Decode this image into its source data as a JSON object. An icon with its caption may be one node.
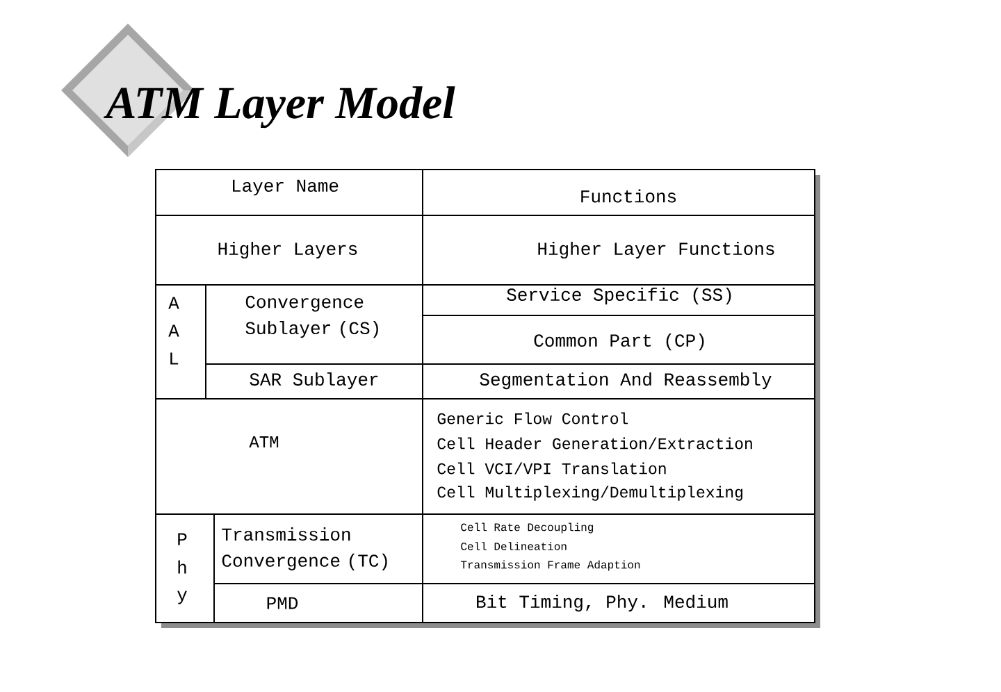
{
  "diagram": {
    "title": "ATM Layer Model",
    "labels": [
      "Layer Name",
      "Functions",
      "Higher Layers",
      "Higher Layer Functions",
      "A",
      "A",
      "L",
      "Convergence Sublayer (CS)",
      "Service Specific (SS)",
      "Common Part (CP)",
      "SAR Sublayer",
      "Segmentation And Reassembly",
      "ATM",
      "Generic Flow Control",
      "Cell Header Generation/Extraction",
      "Cell VCI/VPI Translation",
      "Cell Multiplexing/Demultiplexing",
      "P",
      "h",
      "y",
      "Transmission Convergence (TC)",
      "Cell Rate Decoupling",
      "Cell Delineation",
      "Transmission Frame Adaption",
      "PMD",
      "Bit Timing, Phy. Medium"
    ]
  }
}
